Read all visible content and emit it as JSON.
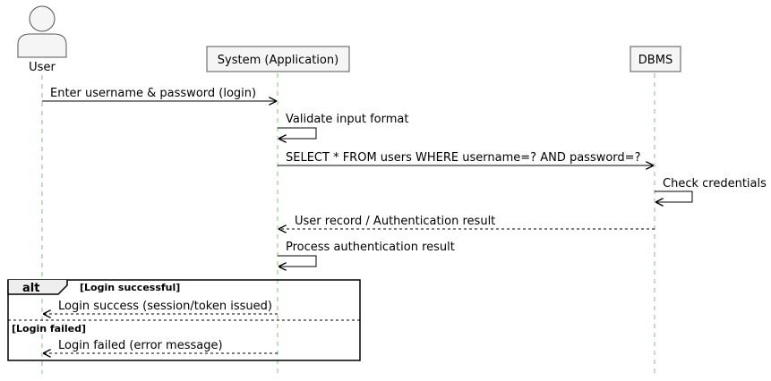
{
  "participants": {
    "user": "User",
    "system": "System (Application)",
    "dbms": "DBMS"
  },
  "messages": [
    "Enter username & password (login)",
    "Validate input format",
    "SELECT * FROM users WHERE username=? AND password=?",
    "Check credentials",
    "User record / Authentication result",
    "Process authentication result"
  ],
  "alt": {
    "keyword": "alt",
    "guard_success": "[Login successful]",
    "msg_success": "Login success (session/token issued)",
    "guard_failed": "[Login failed]",
    "msg_failed": "Login failed (error message)"
  },
  "colors": {
    "lifeline": "#7fbf7f",
    "box_fill": "#f5f5f5",
    "box_stroke": "#555555"
  }
}
